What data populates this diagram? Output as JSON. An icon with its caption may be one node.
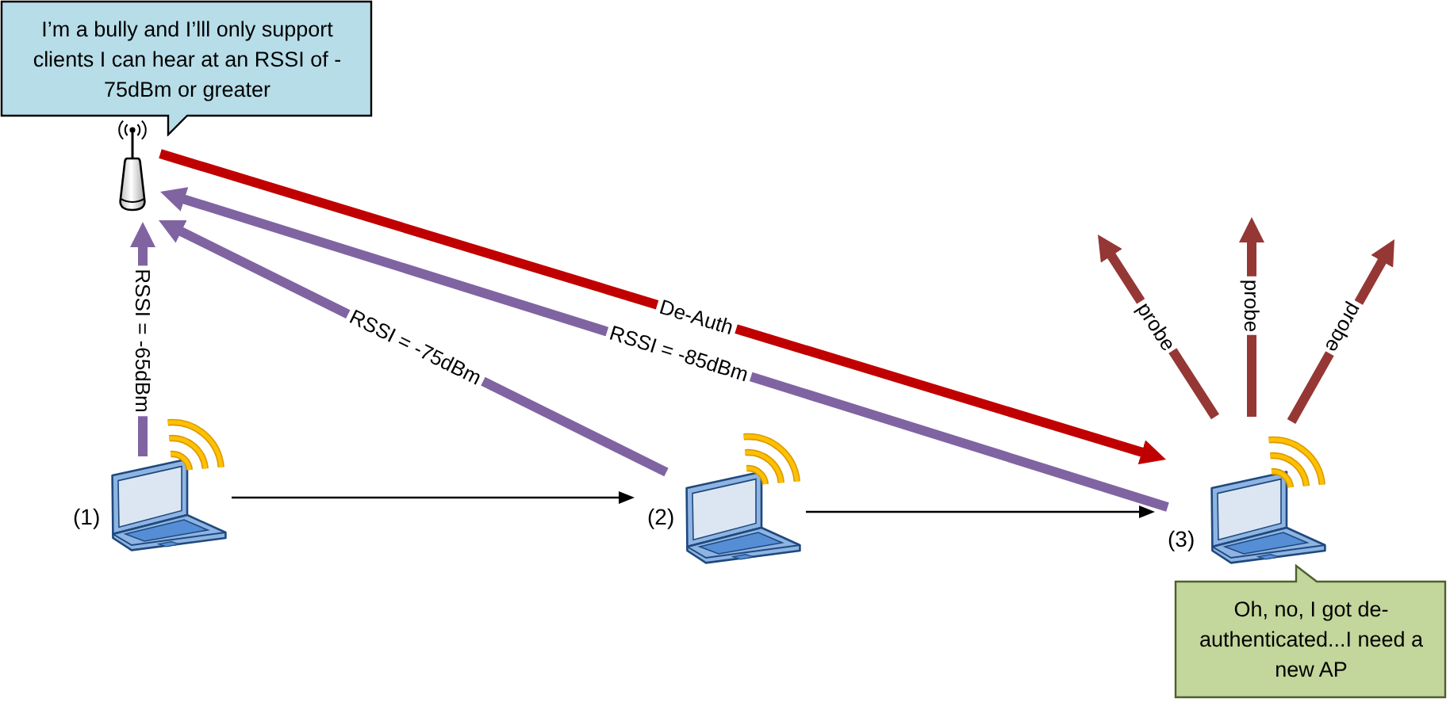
{
  "diagram": {
    "nodes": [
      {
        "text": [
          "I’m a bully and I’lll only support clients I can hear at an RSSI of - 75dBm or greater"
        ]
      },
      {
        "text": [],
        "shape": "picture"
      },
      {
        "text": [],
        "shape": "picture",
        "beside": [
          "(1)"
        ]
      },
      {
        "text": [],
        "shape": "picture",
        "beside": [
          "(2)"
        ]
      },
      {
        "text": [],
        "shape": "picture",
        "beside": [
          "(3)"
        ]
      },
      {
        "text": [
          "Oh, no, I got de- authenticated...I need a new AP"
        ]
      }
    ],
    "edges": [
      {
        "from": 2,
        "to": 1,
        "arrow": "to",
        "label": "RSSI = -65dBm",
        "color": "#8064a2"
      },
      {
        "from": 3,
        "to": 1,
        "arrow": "to",
        "label": "RSSI = -75dBm",
        "color": "#8064a2"
      },
      {
        "from": 4,
        "to": 1,
        "arrow": "to",
        "label": "RSSI = -85dBm",
        "color": "#8064a2"
      },
      {
        "from": 1,
        "to": 4,
        "arrow": "to",
        "label": "De-Auth",
        "color": "#c00000"
      },
      {
        "from": 2,
        "to": 3,
        "arrow": "to",
        "color": "#000000"
      },
      {
        "from": 3,
        "to": 4,
        "arrow": "to",
        "color": "#000000"
      },
      {
        "from": 4,
        "to": null,
        "arrow": "to",
        "label": "probe",
        "color": "#953735"
      },
      {
        "from": 4,
        "to": null,
        "arrow": "to",
        "label": "probe",
        "color": "#953735"
      },
      {
        "from": 4,
        "to": null,
        "arrow": "to",
        "label": "probe",
        "color": "#953735"
      }
    ]
  }
}
